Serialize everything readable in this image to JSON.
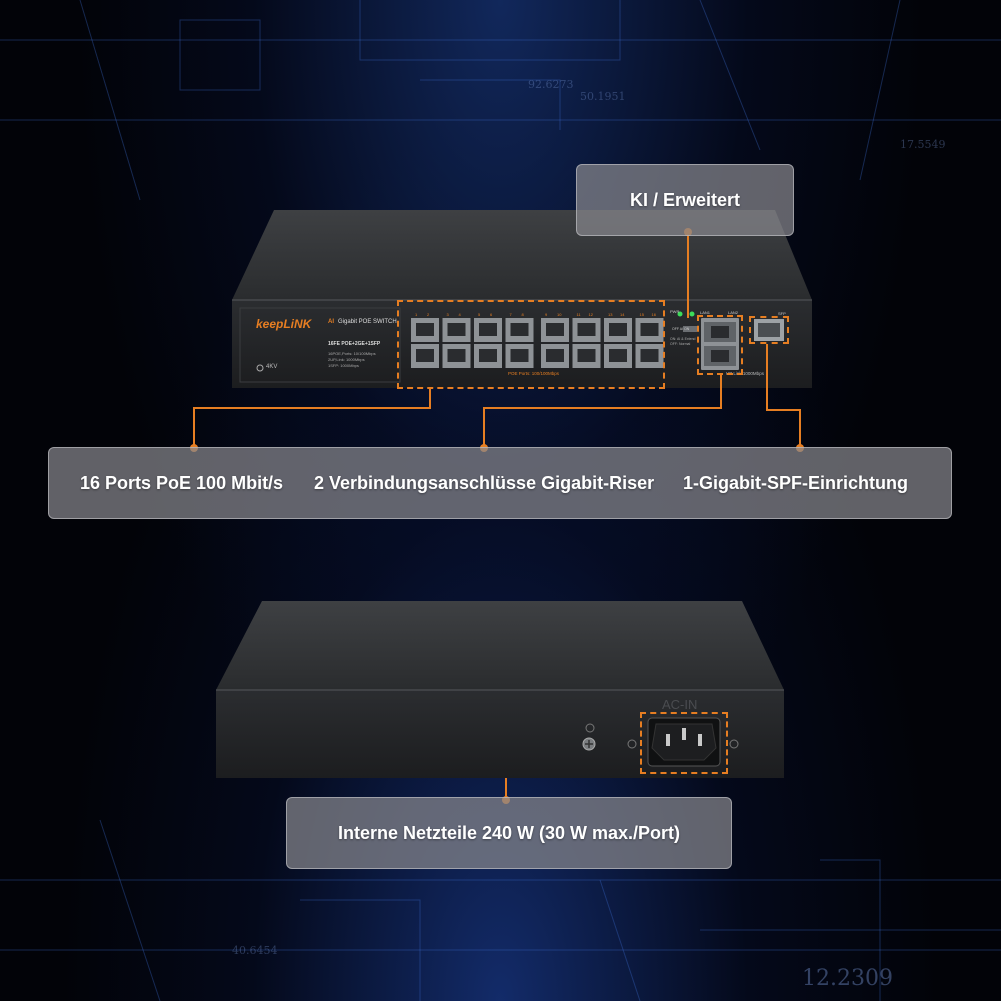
{
  "background_numbers": [
    "92.6273",
    "50.1951",
    "17.5549",
    "40.6454",
    "12.2309"
  ],
  "callouts": {
    "ai": "KI / Erweitert",
    "poe_ports": "16 Ports PoE 100 Mbit/s",
    "uplink": "2 Verbindungsanschlüsse Gigabit-Riser",
    "sfp": "1-Gigabit-SPF-Einrichtung",
    "power": "Interne Netzteile 240 W (30 W max./Port)"
  },
  "device": {
    "brand": "keepLiNK",
    "model_prefix": "AI",
    "model": "Gigabit POE SWITCH",
    "spec_title": "16FE POE+2GE+1SFP",
    "spec_lines": [
      "16POE,Ports: 10/100Mbps",
      "2UP,Link: 1000Mbps",
      "1SFP: 1000Mbps"
    ],
    "surge": "4KV",
    "poe_ports_label": "POE Ports: 100/100Mbps",
    "uplink_label": "UP Link:1000Mbps",
    "port_numbers": [
      "1",
      "2",
      "3",
      "4",
      "5",
      "6",
      "7",
      "8",
      "9",
      "10",
      "11",
      "12",
      "13",
      "14",
      "15",
      "16"
    ],
    "uplink_names": [
      "LAN1",
      "LAN2"
    ],
    "sfp_label": "SFP",
    "pwr_label": "PWR",
    "mode_labels": [
      "OFF",
      "AI",
      "ON"
    ],
    "mode_desc": [
      "ON: AI & Extend",
      "OFF: Normal"
    ],
    "ac_label": "AC-IN"
  },
  "colors": {
    "accent": "#e67e22",
    "panel": "#2e3033",
    "led_green": "#3ddc5a"
  }
}
